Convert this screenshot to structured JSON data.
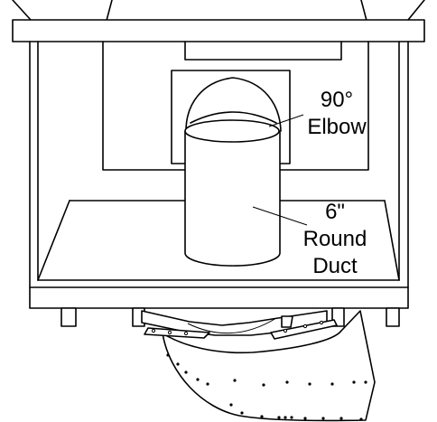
{
  "labels": {
    "elbow_line1": "90°",
    "elbow_line2": "Elbow",
    "duct_line1": "6\"",
    "duct_line2": "Round",
    "duct_line3": "Duct"
  }
}
